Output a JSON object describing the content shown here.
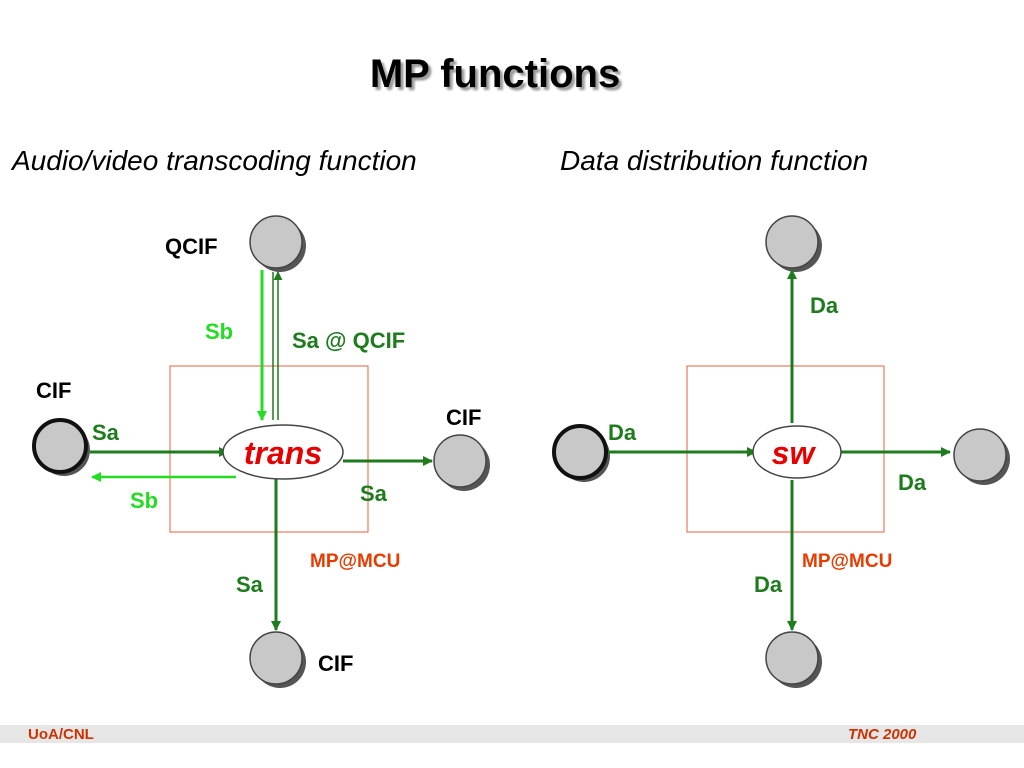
{
  "title": "MP functions",
  "left_panel": {
    "subtitle": "Audio/video transcoding function",
    "function_label": "trans",
    "box_label": "MP@MCU",
    "labels": {
      "top_node": "QCIF",
      "left_node": "CIF",
      "right_node": "CIF",
      "bottom_node": "CIF",
      "top_down_stream": "Sb",
      "top_up_stream": "Sa @ QCIF",
      "left_in_stream": "Sa",
      "left_out_stream": "Sb",
      "right_out_stream": "Sa",
      "bottom_out_stream": "Sa"
    }
  },
  "right_panel": {
    "subtitle": "Data distribution function",
    "function_label": "sw",
    "box_label": "MP@MCU",
    "labels": {
      "top_stream": "Da",
      "left_stream": "Da",
      "right_stream": "Da",
      "bottom_stream": "Da"
    }
  },
  "footer": {
    "left": "UoA/CNL",
    "right": "TNC 2000"
  },
  "colors": {
    "dark_green": "#1e7b1e",
    "lime_green": "#22dd22",
    "box_outline": "#e8603c",
    "function_text": "#e60000",
    "node_fill": "#c8c8c8",
    "footer_text": "#cc3300"
  }
}
